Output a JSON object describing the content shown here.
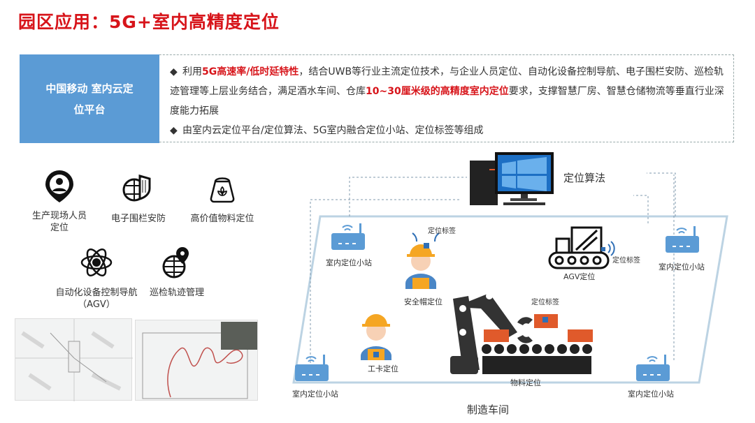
{
  "title": "园区应用：5G+室内高精度定位",
  "intro": {
    "label": "中国移动 室内云定位平台",
    "bullet_mark": "◆",
    "bullets": [
      {
        "p1": "利用",
        "h1": "5G高速率/低时延特性",
        "p2": "，结合UWB等行业主流定位技术，与企业人员定位、自动化设备控制导航、电子围栏安防、巡检轨迹管理等上层业务结合，满足酒水车间、仓库",
        "h2": "10~30厘米级的高精度室内定位",
        "p3": "要求，支撑智慧厂房、智慧仓储物流等垂直行业深度能力拓展"
      },
      {
        "p1": "由室内云定位平台/定位算法、5G室内融合定位小站、定位标签等组成"
      }
    ]
  },
  "features": [
    {
      "label": "生产现场人员定位",
      "icon": "person-pin-icon"
    },
    {
      "label": "电子围栏安防",
      "icon": "globe-shield-icon"
    },
    {
      "label": "高价值物料定位",
      "icon": "material-bag-icon"
    },
    {
      "label": "自动化设备控制导航（AGV）",
      "icon": "atom-icon"
    },
    {
      "label": "巡检轨迹管理",
      "icon": "globe-pin-icon"
    }
  ],
  "diagram": {
    "server_label": "定位算法",
    "workshop_label": "制造车间",
    "station_label": "室内定位小站",
    "tag_label": "定位标签",
    "helmet_label": "安全帽定位",
    "badge_label": "工卡定位",
    "agv_label": "AGV定位",
    "material_label": "物料定位"
  },
  "colors": {
    "title": "#d7141a",
    "highlight": "#d7141a",
    "label_box": "#5b9bd5",
    "station": "#5b9bd5",
    "helmet": "#f5a623",
    "box": "#e05a2b",
    "robot": "#333333"
  }
}
